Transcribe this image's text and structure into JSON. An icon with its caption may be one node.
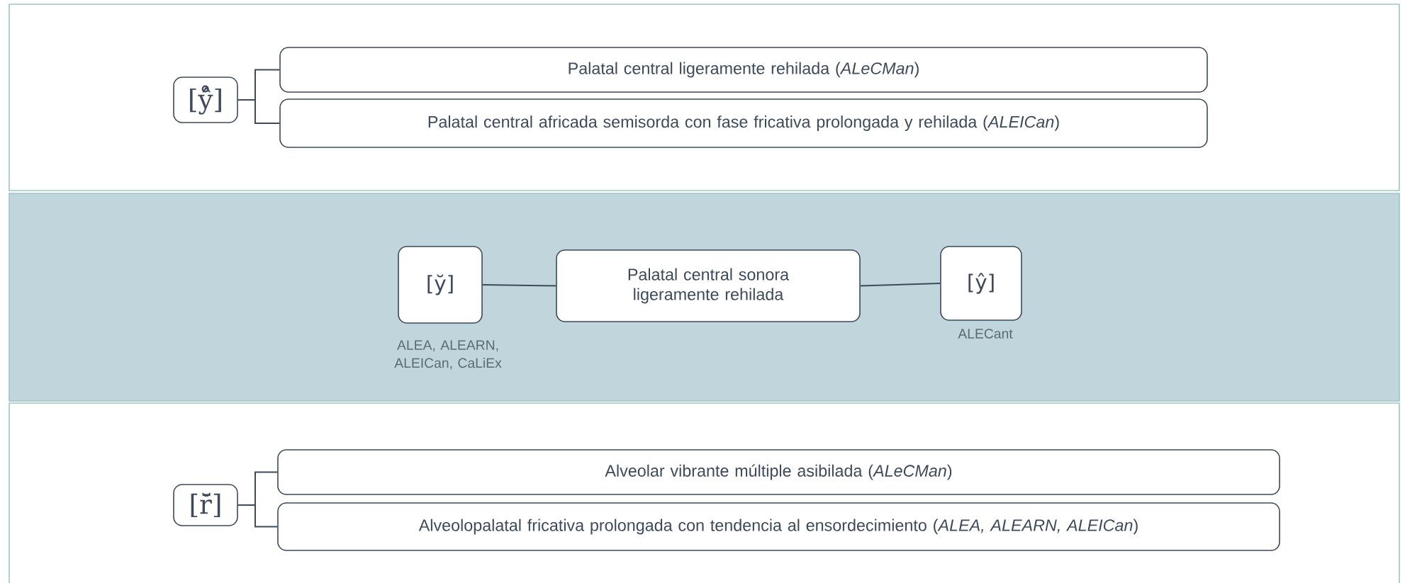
{
  "diagram": {
    "nodes": [
      {
        "text": [
          "[ẙ̂]"
        ]
      },
      {
        "text": [
          "Palatal central ligeramente rehilada (*ALeCMan*)"
        ]
      },
      {
        "text": [
          "Palatal central africada semisorda con fase fricativa prolongada y rehilada (*ALEICan*)"
        ]
      },
      {
        "text": [
          "[y̆]"
        ],
        "beside": [
          "ALEA, ALEARN, ALEICan, CaLiEx"
        ]
      },
      {
        "text": [
          "Palatal central sonora ligeramente rehilada"
        ]
      },
      {
        "text": [
          "[ŷ]"
        ],
        "beside": [
          "ALECant"
        ]
      },
      {
        "text": [
          "[r̄̆]"
        ]
      },
      {
        "text": [
          "Alveolar vibrante múltiple asibilada (*ALeCMan*)"
        ]
      },
      {
        "text": [
          "Alveolopalatal fricativa prolongada con tendencia al ensordecimiento (*ALEA, ALEARN, ALEICan*)"
        ]
      }
    ],
    "edges": [
      {
        "from": 0,
        "to": 1,
        "arrow": "none"
      },
      {
        "from": 0,
        "to": 2,
        "arrow": "none"
      },
      {
        "from": 3,
        "to": 4,
        "arrow": "none"
      },
      {
        "from": 4,
        "to": 5,
        "arrow": "none"
      },
      {
        "from": 6,
        "to": 7,
        "arrow": "none"
      },
      {
        "from": 6,
        "to": 8,
        "arrow": "none"
      }
    ]
  }
}
